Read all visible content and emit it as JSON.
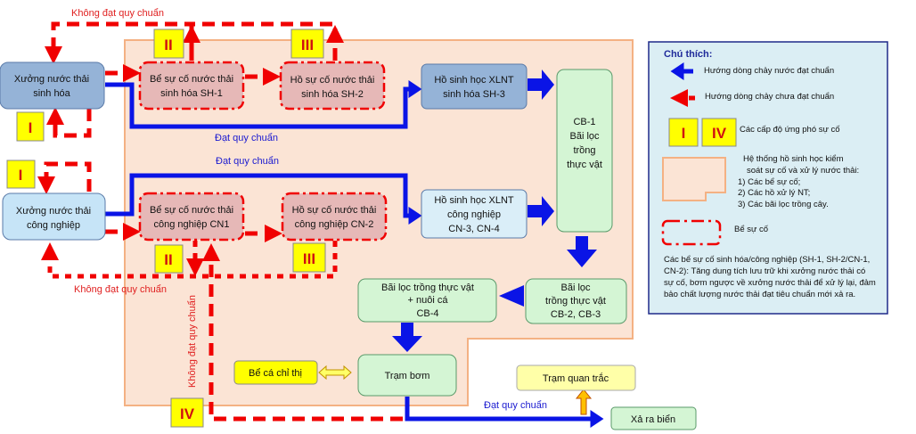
{
  "diagram": {
    "not_meet_top": "Không đạt quy chuẩn",
    "not_meet_bottom": "Không đạt quy chuẩn",
    "not_meet_vertical": "Không đạt quy chuẩn",
    "meet_1": "Đạt quy chuẩn",
    "meet_2": "Đạt quy chuẩn",
    "meet_3": "Đạt quy chuẩn",
    "nodes": {
      "xuong_sh": [
        "Xưởng nước thải",
        "sinh hóa"
      ],
      "xuong_cn": [
        "Xưởng nước thải",
        "công nghiệp"
      ],
      "sh1": [
        "Bể sự cố nước thải",
        "sinh hóa SH-1"
      ],
      "sh2": [
        "Hồ sự cố nước thải",
        "sinh hóa SH-2"
      ],
      "cn1": [
        "Bể sự cố nước thải",
        "công nghiệp CN1"
      ],
      "cn2": [
        "Hồ sự cố nước thải",
        "công nghiệp CN-2"
      ],
      "sh3": [
        "Hồ sinh học XLNT",
        "sinh hóa SH-3"
      ],
      "cn34": [
        "Hồ sinh học XLNT",
        "công nghiệp",
        "CN-3, CN-4"
      ],
      "cb1": [
        "CB-1",
        "Bãi lọc",
        "trồng",
        "thực vật"
      ],
      "cb23": [
        "Bãi lọc",
        "trồng thực vật",
        "CB-2, CB-3"
      ],
      "cb4": [
        "Bãi lọc trồng thực vật",
        "+ nuôi cá",
        "CB-4"
      ],
      "pump": "Trạm bơm",
      "fish": "Bể cá chỉ thị",
      "monitor": "Trạm quan trắc",
      "sea": "Xả ra biển"
    },
    "badges": {
      "b1": "II",
      "b2": "III",
      "b3": "I",
      "b4": "I",
      "b5": "II",
      "b6": "III",
      "b7": "IV"
    }
  },
  "legend": {
    "title": "Chú thích:",
    "blue_arrow": "Hướng dòng chảy nước đạt chuẩn",
    "red_arrow": "Hướng dòng chảy chưa đạt chuẩn",
    "badge_a": "I",
    "badge_b": "IV",
    "levels": "Các cấp độ ứng phó sự cố",
    "system": [
      "Hệ thống hồ sinh học kiểm",
      "soát sự cố và xử lý nước thải:",
      "1) Các bể sự cố;",
      "2) Các hồ xử lý NT;",
      "3) Các bãi lọc trồng cây."
    ],
    "incident_tank": "Bể sự cố",
    "note": [
      "Các bể sự cố sinh hóa/công nghiệp (SH-1, SH-2/CN-1,",
      "CN-2): Tăng dung tích lưu trữ khi xưởng nước thải có",
      "sự cố, bơm ngược về xưởng nước thải để xử lý lại, đảm",
      "bảo chất lượng nước thải đạt tiêu chuẩn mới xả ra."
    ]
  },
  "colors": {
    "peach": "#fbe4d5",
    "red": "#f00000",
    "blue": "#0a14e6",
    "badge": "#ffff00",
    "green": "#d4f5d4"
  }
}
